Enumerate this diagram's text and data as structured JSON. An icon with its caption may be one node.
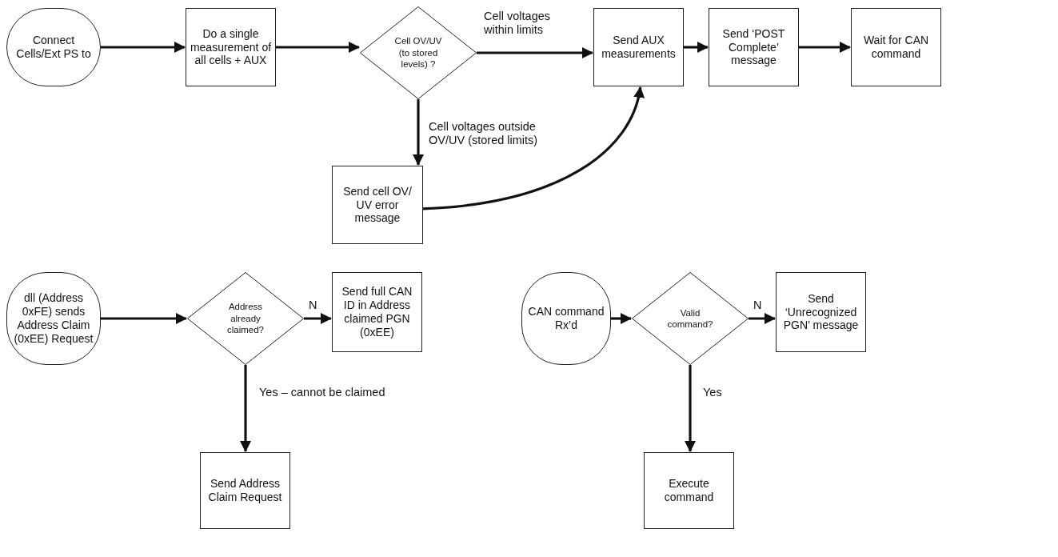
{
  "diagram": {
    "nodes": [
      {
        "text": [
          "Connect Cells/Ext PS to"
        ]
      },
      {
        "text": [
          "Do a single measurement of all cells + AUX"
        ]
      },
      {
        "text": [
          "Cell OV/UV (to stored levels) ?"
        ]
      },
      {
        "text": [
          "Send AUX measurements"
        ]
      },
      {
        "text": [
          "Send ‘POST Complete’ message"
        ]
      },
      {
        "text": [
          "Wait for CAN command"
        ]
      },
      {
        "text": [
          "Send cell OV/ UV error message"
        ]
      },
      {
        "text": [
          "dll (Address 0xFE) sends Address Claim (0xEE) Request"
        ]
      },
      {
        "text": [
          "Address already claimed?"
        ]
      },
      {
        "text": [
          "Send full CAN ID in Address claimed PGN (0xEE)"
        ]
      },
      {
        "text": [
          "Send Address Claim Request"
        ]
      },
      {
        "text": [
          "CAN command Rx’d"
        ]
      },
      {
        "text": [
          "Valid command?"
        ]
      },
      {
        "text": [
          "Send ‘Unrecognized PGN’ message"
        ]
      },
      {
        "text": [
          "Execute command"
        ]
      }
    ],
    "edges": [
      {
        "from": 0,
        "to": 1,
        "arrow": "to"
      },
      {
        "from": 1,
        "to": 2,
        "arrow": "to"
      },
      {
        "from": 2,
        "to": 3,
        "arrow": "to",
        "label": "Cell voltages within limits"
      },
      {
        "from": 2,
        "to": 6,
        "arrow": "to",
        "label": "Cell voltages outside OV/UV (stored limits)"
      },
      {
        "from": 6,
        "to": 3,
        "arrow": "to"
      },
      {
        "from": 3,
        "to": 4,
        "arrow": "to"
      },
      {
        "from": 4,
        "to": 5,
        "arrow": "to"
      },
      {
        "from": 7,
        "to": 8,
        "arrow": "to"
      },
      {
        "from": 8,
        "to": 9,
        "arrow": "to",
        "label": "N"
      },
      {
        "from": 8,
        "to": 10,
        "arrow": "to",
        "label": "Yes – cannot be claimed"
      },
      {
        "from": 11,
        "to": 12,
        "arrow": "to"
      },
      {
        "from": 12,
        "to": 13,
        "arrow": "to",
        "label": "N"
      },
      {
        "from": 12,
        "to": 14,
        "arrow": "to",
        "label": "Yes"
      }
    ]
  }
}
